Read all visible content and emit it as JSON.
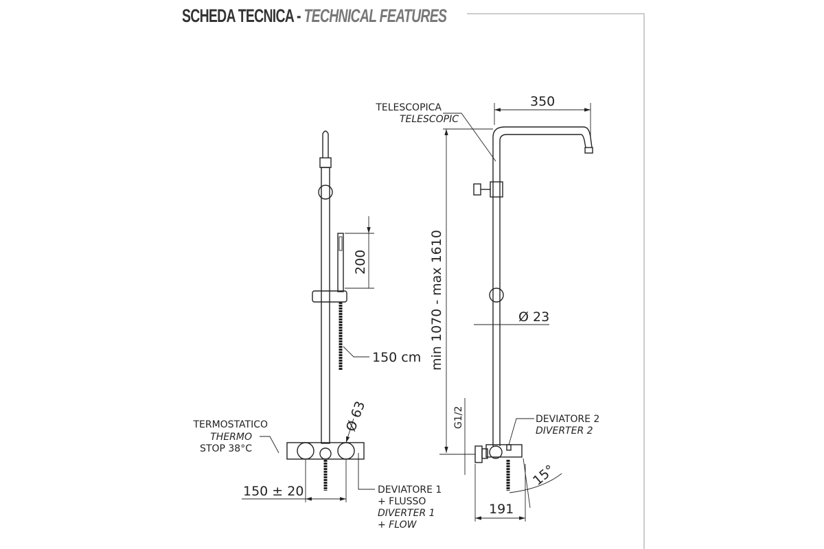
{
  "header": {
    "title_it": "SCHEDA TECNICA -",
    "title_en": "TECHNICAL FEATURES"
  },
  "left_unit": {
    "dim_hand_shower": "200",
    "dim_hose": "150 cm",
    "dim_diameter_body": "Ø 63",
    "dim_centers": "150 ± 20",
    "thermo_label": [
      "TERMOSTATICO",
      "THERMO",
      "STOP 38°C"
    ],
    "diverter1_label": [
      "DEVIATORE 1",
      "+ FLUSSO",
      "DIVERTER 1",
      "+ FLOW"
    ]
  },
  "right_unit": {
    "telescopic_label": [
      "TELESCOPICA",
      "TELESCOPIC"
    ],
    "dim_arm": "350",
    "dim_height": "min 1070 - max 1610",
    "dim_pipe": "Ø 23",
    "dim_thread": "G1/2",
    "diverter2_label": [
      "DEVIATORE 2",
      "DIVERTER 2"
    ],
    "dim_angle": "15°",
    "dim_depth": "191"
  }
}
